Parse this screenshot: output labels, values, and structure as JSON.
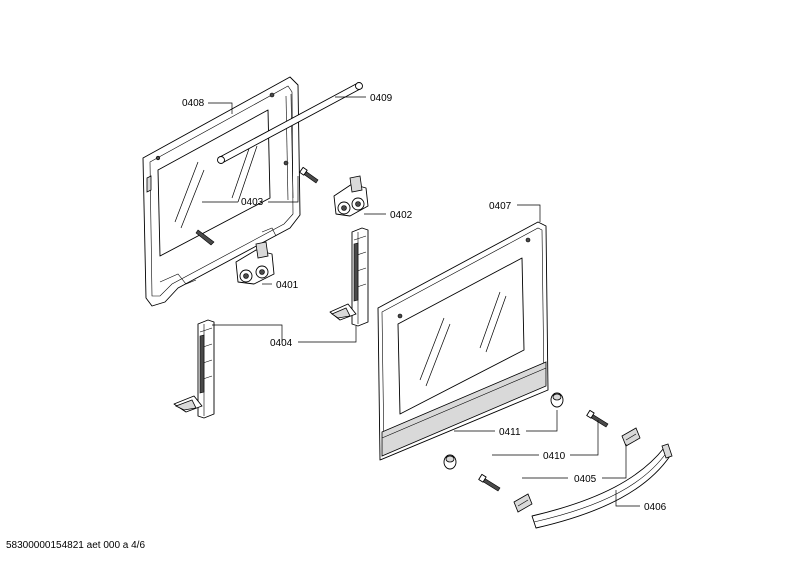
{
  "callouts": [
    {
      "id": "c0408",
      "label": "0408"
    },
    {
      "id": "c0409",
      "label": "0409"
    },
    {
      "id": "c0403",
      "label": "0403"
    },
    {
      "id": "c0402",
      "label": "0402"
    },
    {
      "id": "c0401",
      "label": "0401"
    },
    {
      "id": "c0404",
      "label": "0404"
    },
    {
      "id": "c0407",
      "label": "0407"
    },
    {
      "id": "c0411",
      "label": "0411"
    },
    {
      "id": "c0410",
      "label": "0410"
    },
    {
      "id": "c0405",
      "label": "0405"
    },
    {
      "id": "c0406",
      "label": "0406"
    }
  ],
  "footer": {
    "text": "58300000154821 aet 000 a 4/6"
  }
}
